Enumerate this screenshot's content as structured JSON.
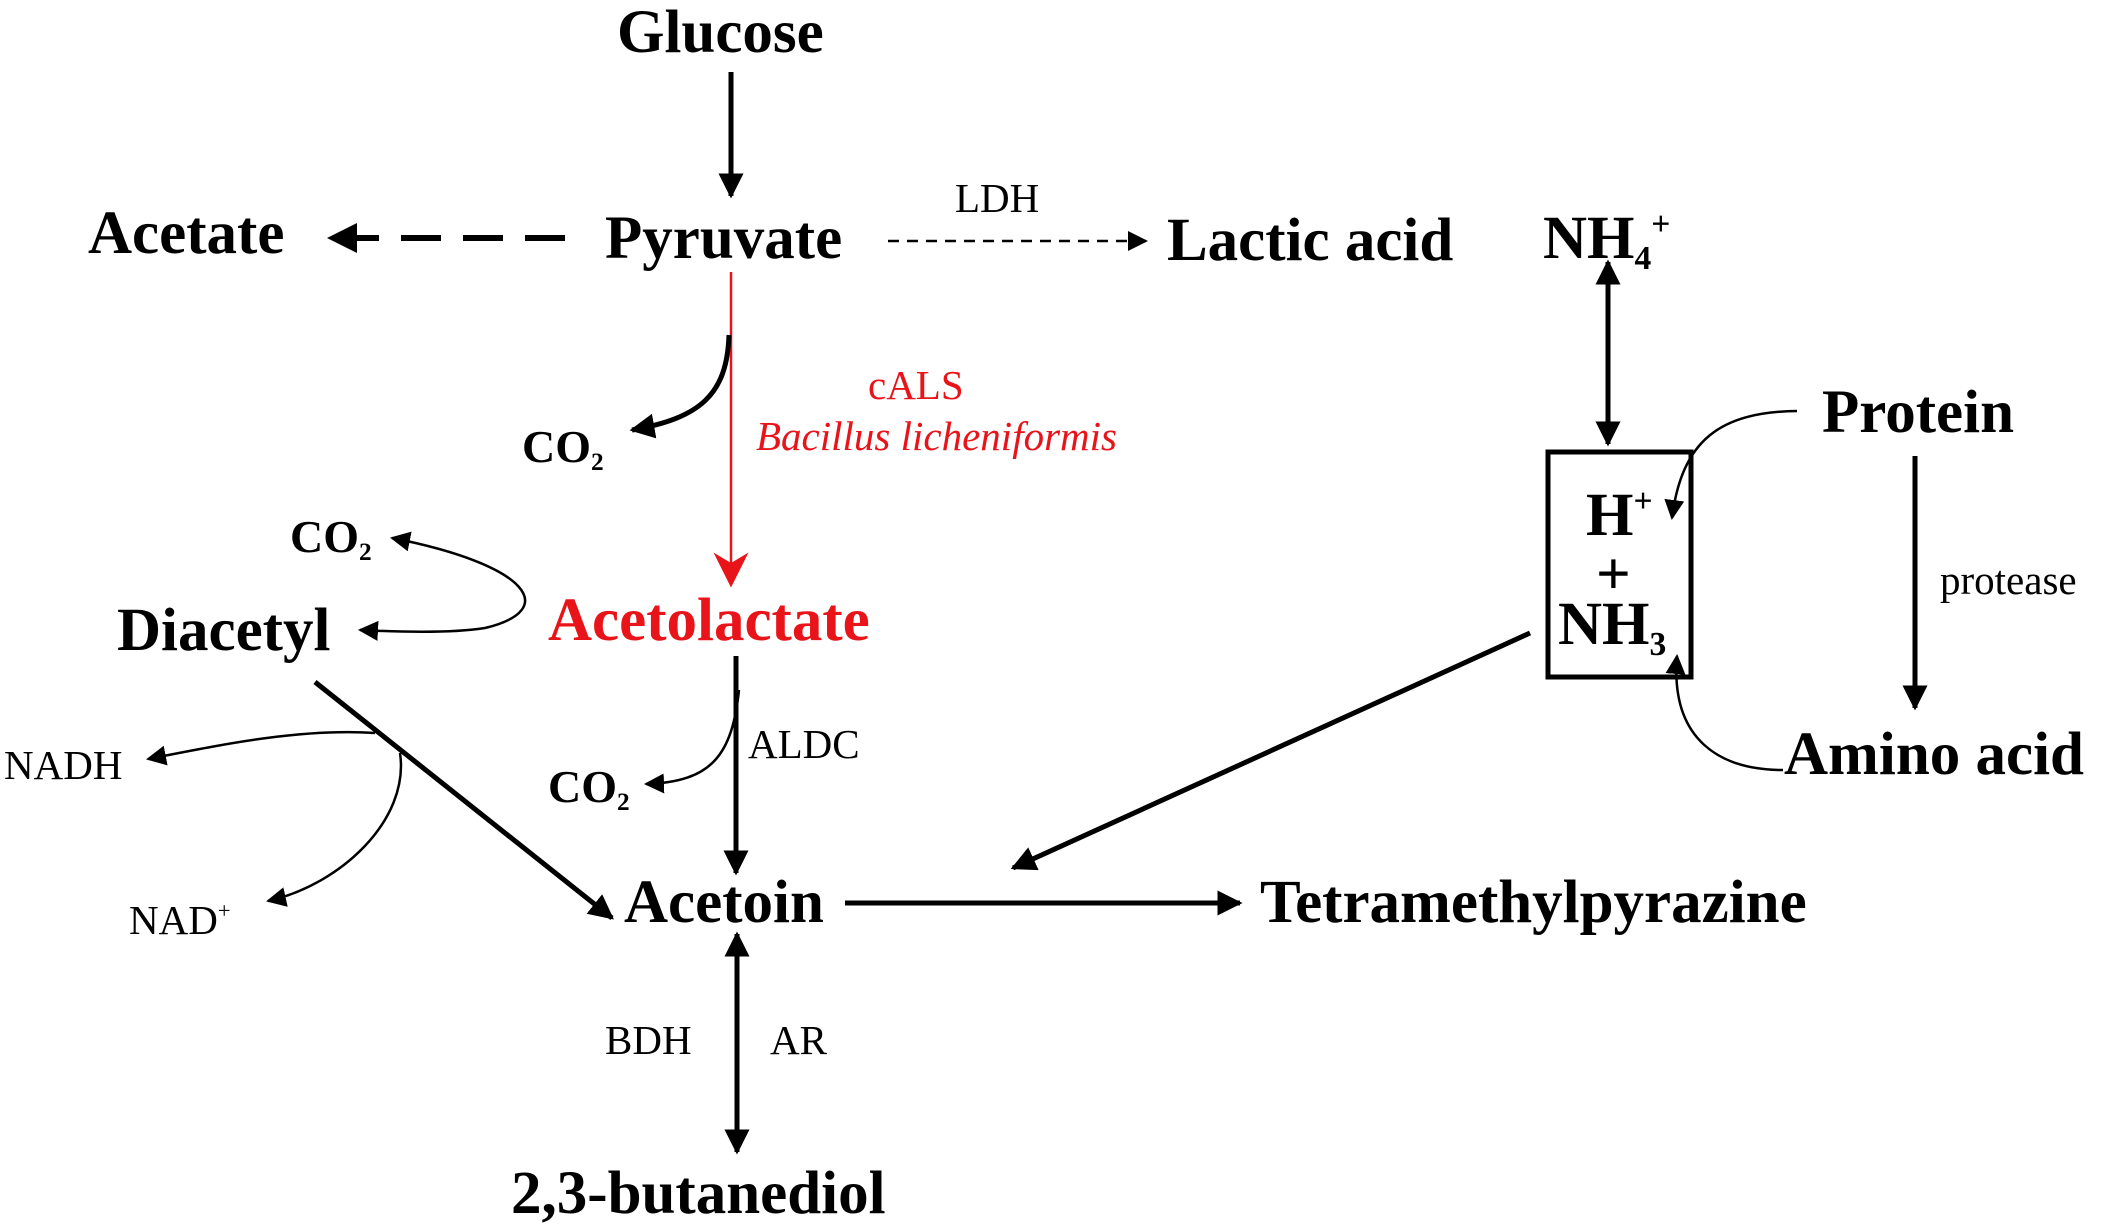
{
  "nodes": {
    "glucose": "Glucose",
    "pyruvate": "Pyruvate",
    "acetate": "Acetate",
    "lactic_acid": "Lactic acid",
    "acetolactate": "Acetolactate",
    "diacetyl": "Diacetyl",
    "acetoin": "Acetoin",
    "tetramethylpyrazine": "Tetramethylpyrazine",
    "butanediol": "2,3-butanediol",
    "protein": "Protein",
    "amino_acid": "Amino acid"
  },
  "species": {
    "nh4": {
      "base": "NH",
      "sub": "4",
      "sup": "+"
    },
    "h_plus": {
      "base": "H",
      "sup": "+"
    },
    "plus_sign": "+",
    "nh3": {
      "base": "NH",
      "sub": "3"
    },
    "co2": {
      "base": "CO",
      "sub": "2"
    },
    "nadh": "NADH",
    "nad_plus": {
      "base": "NAD",
      "sup": "+"
    }
  },
  "enzymes": {
    "ldh": "LDH",
    "cals": "cALS",
    "organism": "Bacillus licheniformis",
    "aldc": "ALDC",
    "bdh": "BDH",
    "ar": "AR",
    "protease": "protease"
  },
  "colors": {
    "black": "#000000",
    "highlight_red": "#e8141a"
  }
}
